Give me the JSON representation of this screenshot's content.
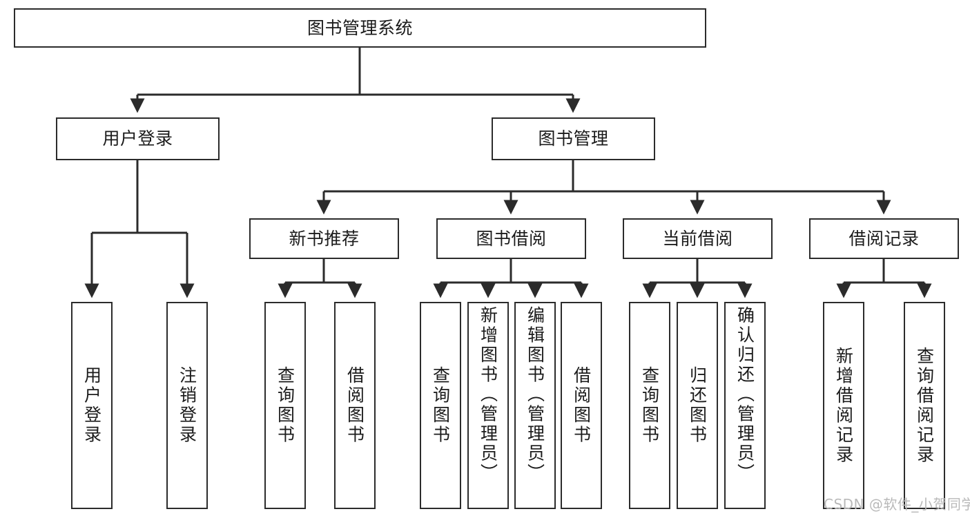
{
  "diagram": {
    "type": "tree",
    "title": "图书管理系统",
    "watermark": "CSDN @软件_小贺同学",
    "colors": {
      "box_border": "#2b2b2b",
      "box_fill": "#ffffff",
      "connector": "#2b2b2b",
      "text": "#1b1b1b",
      "watermark": "#b9b9b9",
      "background": "#ffffff"
    },
    "nodes": {
      "root": {
        "label": "图书管理系统"
      },
      "level2": [
        {
          "id": "user-login",
          "label": "用户登录"
        },
        {
          "id": "book-management",
          "label": "图书管理"
        }
      ],
      "level3": [
        {
          "id": "new-book-recommend",
          "label": "新书推荐"
        },
        {
          "id": "book-borrow",
          "label": "图书借阅"
        },
        {
          "id": "current-borrow",
          "label": "当前借阅"
        },
        {
          "id": "borrow-record",
          "label": "借阅记录"
        }
      ],
      "leaves": {
        "user-login": [
          {
            "id": "leaf-user-login",
            "label": "用户登录"
          },
          {
            "id": "leaf-logout-login",
            "label": "注销登录"
          }
        ],
        "new-book-recommend": [
          {
            "id": "leaf-query-book-1",
            "label": "查询图书"
          },
          {
            "id": "leaf-borrow-book-1",
            "label": "借阅图书"
          }
        ],
        "book-borrow": [
          {
            "id": "leaf-query-book-2",
            "label": "查询图书"
          },
          {
            "id": "leaf-add-book",
            "label": "新增图书（管理员）"
          },
          {
            "id": "leaf-edit-book",
            "label": "编辑图书（管理员）"
          },
          {
            "id": "leaf-borrow-book-2",
            "label": "借阅图书"
          }
        ],
        "current-borrow": [
          {
            "id": "leaf-query-book-3",
            "label": "查询图书"
          },
          {
            "id": "leaf-return-book",
            "label": "归还图书"
          },
          {
            "id": "leaf-confirm-return",
            "label": "确认归还（管理员）"
          }
        ],
        "borrow-record": [
          {
            "id": "leaf-add-record",
            "label": "新增借阅记录"
          },
          {
            "id": "leaf-query-record",
            "label": "查询借阅记录"
          }
        ]
      }
    }
  }
}
